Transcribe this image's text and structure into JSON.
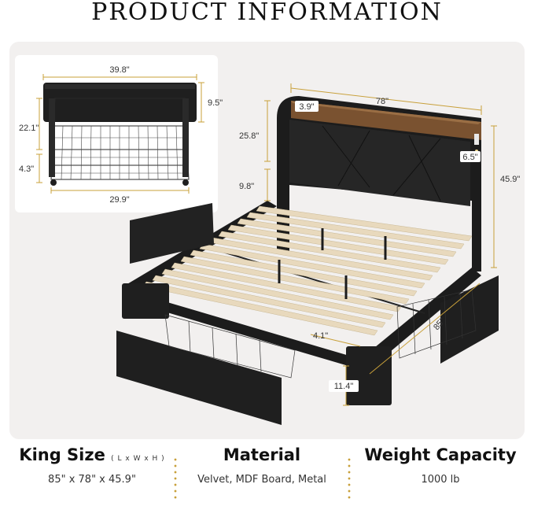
{
  "header": {
    "title": "PRODUCT INFORMATION"
  },
  "drawer_dimensions": {
    "width_top": "39.8\"",
    "height_back": "9.5\"",
    "depth_side": "22.1\"",
    "height_front": "4.3\"",
    "width_bottom": "29.9\""
  },
  "bed_dimensions": {
    "width": "78\"",
    "shelf_depth": "3.9\"",
    "headboard_height": "25.8\"",
    "light_width": "6.5\"",
    "total_height": "45.9\"",
    "clearance": "9.8\"",
    "slat_gap": "4.1\"",
    "length": "85\"",
    "leg_height": "11.4\""
  },
  "specs": [
    {
      "title": "King Size",
      "subtitle": "( L x W x H )",
      "value": "85\" x 78\" x 45.9\""
    },
    {
      "title": "Material",
      "value": "Velvet, MDF Board, Metal"
    },
    {
      "title": "Weight Capacity",
      "value": "1000 lb"
    }
  ],
  "colors": {
    "accent": "#c8a03a",
    "upholstery": "#1f1f1f",
    "shelf_wood": "#7a5230",
    "slats": "#e8d9bd",
    "panel_bg": "#f2f0ef"
  },
  "icons": [
    "usb-port-icon",
    "led-light-icon"
  ]
}
